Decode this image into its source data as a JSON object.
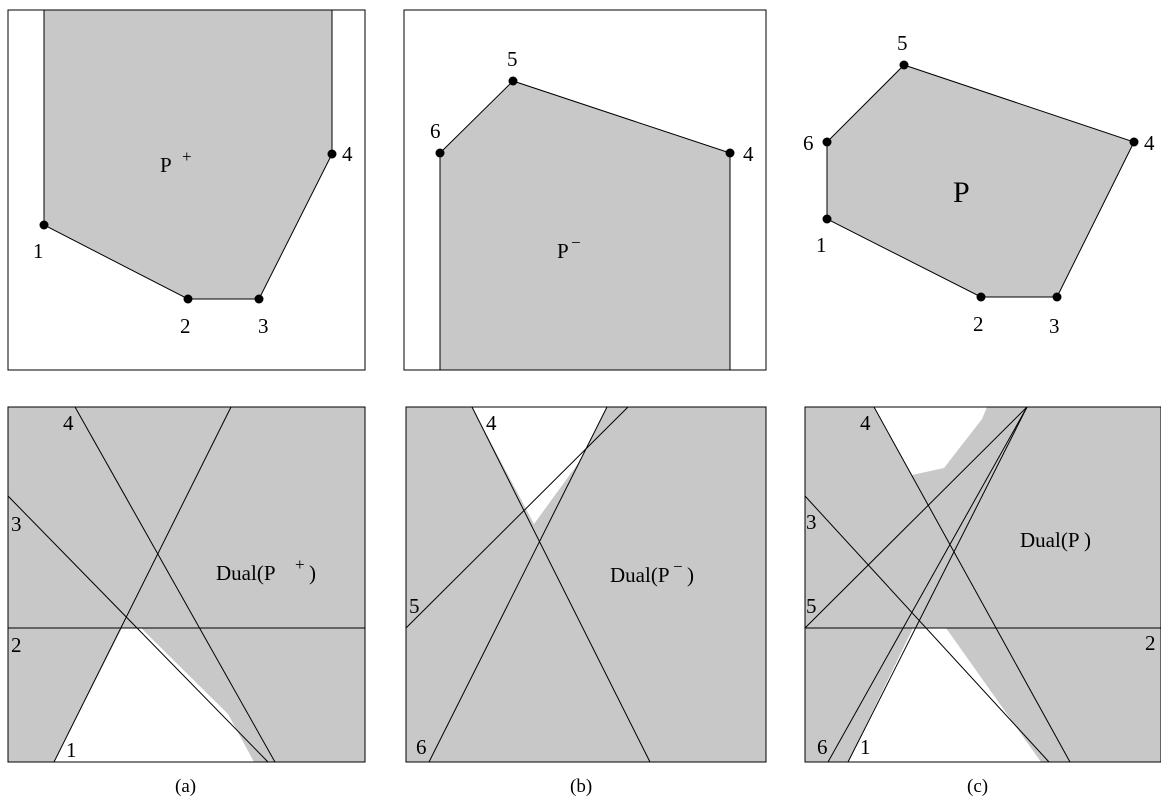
{
  "colors": {
    "region": "#c8c8c8",
    "stroke": "#000000",
    "background": "#ffffff"
  },
  "panels": {
    "a": {
      "caption": "(a)",
      "primal_label": "P",
      "primal_sup": "+",
      "vertices": [
        "1",
        "2",
        "3",
        "4"
      ],
      "dual_label": "Dual(P ",
      "dual_sup": "+",
      "dual_close": ")",
      "lines": [
        "4",
        "3",
        "2",
        "1"
      ]
    },
    "b": {
      "caption": "(b)",
      "primal_label": "P",
      "primal_sup": "−",
      "vertices": [
        "4",
        "5",
        "6"
      ],
      "dual_label": "Dual(P",
      "dual_sup": "−",
      "dual_close": ")",
      "lines": [
        "4",
        "5",
        "6"
      ]
    },
    "c": {
      "caption": "(c)",
      "primal_label": "P",
      "vertices": [
        "1",
        "2",
        "3",
        "4",
        "5",
        "6"
      ],
      "dual_label": "Dual(P )",
      "lines": [
        "4",
        "3",
        "5",
        "2",
        "6",
        "1"
      ]
    }
  }
}
